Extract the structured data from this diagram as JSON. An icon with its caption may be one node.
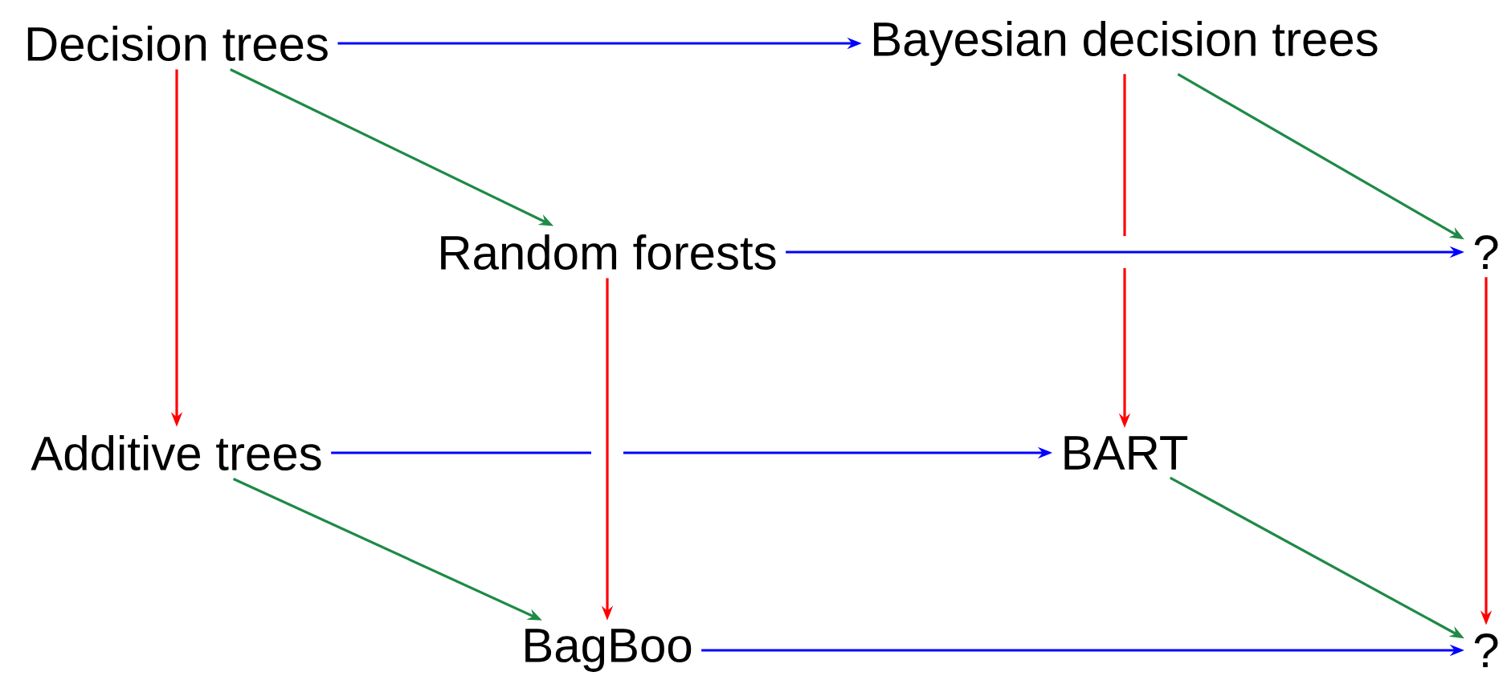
{
  "diagram": {
    "nodes": [
      {
        "text": [
          "Decision trees"
        ]
      },
      {
        "text": [
          "Bayesian decision trees"
        ]
      },
      {
        "text": [
          "Random forests"
        ]
      },
      {
        "text": [
          "?"
        ]
      },
      {
        "text": [
          "Additive trees"
        ]
      },
      {
        "text": [
          "BART"
        ]
      },
      {
        "text": [
          "BagBoo"
        ]
      },
      {
        "text": [
          "?"
        ]
      }
    ],
    "edges": [
      {
        "from": 0,
        "to": 1,
        "arrow": "to",
        "color": "#0000ff"
      },
      {
        "from": 0,
        "to": 2,
        "arrow": "to",
        "color": "#1e8a46"
      },
      {
        "from": 0,
        "to": 4,
        "arrow": "to",
        "color": "#ff0000"
      },
      {
        "from": 1,
        "to": 3,
        "arrow": "to",
        "color": "#1e8a46"
      },
      {
        "from": 1,
        "to": 5,
        "arrow": "to",
        "color": "#ff0000"
      },
      {
        "from": 2,
        "to": 3,
        "arrow": "to",
        "color": "#0000ff"
      },
      {
        "from": 2,
        "to": 6,
        "arrow": "to",
        "color": "#ff0000"
      },
      {
        "from": 3,
        "to": 7,
        "arrow": "to",
        "color": "#ff0000"
      },
      {
        "from": 4,
        "to": 5,
        "arrow": "to",
        "color": "#0000ff"
      },
      {
        "from": 4,
        "to": 6,
        "arrow": "to",
        "color": "#1e8a46"
      },
      {
        "from": 5,
        "to": 7,
        "arrow": "to",
        "color": "#1e8a46"
      },
      {
        "from": 6,
        "to": 7,
        "arrow": "to",
        "color": "#0000ff"
      }
    ]
  }
}
